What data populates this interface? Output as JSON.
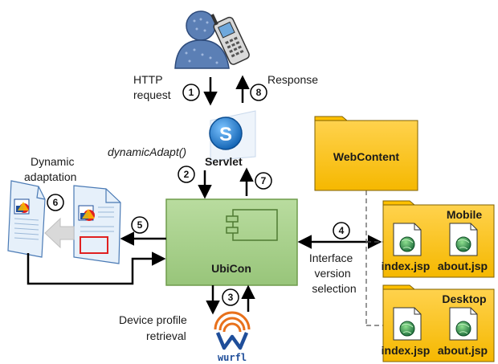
{
  "labels": {
    "http_request": [
      "HTTP",
      "request"
    ],
    "response": "Response",
    "dynamic_adapt": "dynamicAdapt()",
    "servlet": "Servlet",
    "dynamic_adaptation": [
      "Dynamic",
      "adaptation"
    ],
    "ubicon": "UbiCon",
    "device_profile": [
      "Device profile",
      "retrieval"
    ],
    "wurfl": "wurfl",
    "interface_version": [
      "Interface",
      "version",
      "selection"
    ],
    "webcontent": "WebContent",
    "mobile": "Mobile",
    "desktop": "Desktop",
    "files": [
      "index.jsp",
      "about.jsp"
    ]
  },
  "steps": [
    "1",
    "2",
    "3",
    "4",
    "5",
    "6",
    "7",
    "8"
  ],
  "colors": {
    "ubicon_fill": "#a9d18e",
    "ubicon_stroke": "#6f9c4c",
    "folder_fill": "#ffc000",
    "folder_stroke": "#7f6000",
    "arrow": "#000000",
    "adapt_arrow": "#d9d9d9",
    "wurfl_orange": "#e8711c",
    "wurfl_blue": "#1f4e9a",
    "servlet_blue": "#1a73c9"
  }
}
